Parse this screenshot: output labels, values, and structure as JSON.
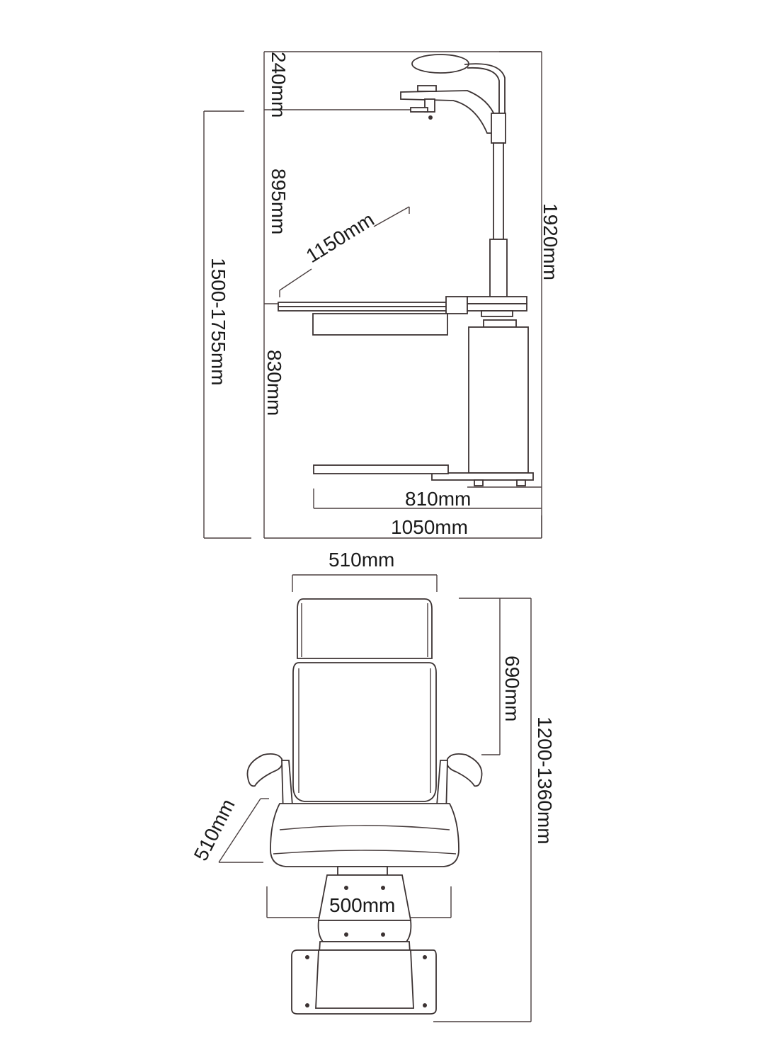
{
  "diagram": {
    "unit_colors": {
      "line": "#3c3333",
      "text": "#1a1a1a",
      "background": "#ffffff"
    },
    "unit_stand": {
      "labels": {
        "mirror_height": "240mm",
        "pole_height": "895mm",
        "table_length": "1150mm",
        "overall_height": "1920mm",
        "table_height_range": "1500-1755mm",
        "base_height": "830mm",
        "footrest_depth": "810mm",
        "total_depth": "1050mm"
      }
    },
    "chair": {
      "labels": {
        "backrest_width": "510mm",
        "backrest_height": "690mm",
        "overall_height_range": "1200-1360mm",
        "seat_depth": "510mm",
        "base_width": "500mm"
      }
    }
  }
}
